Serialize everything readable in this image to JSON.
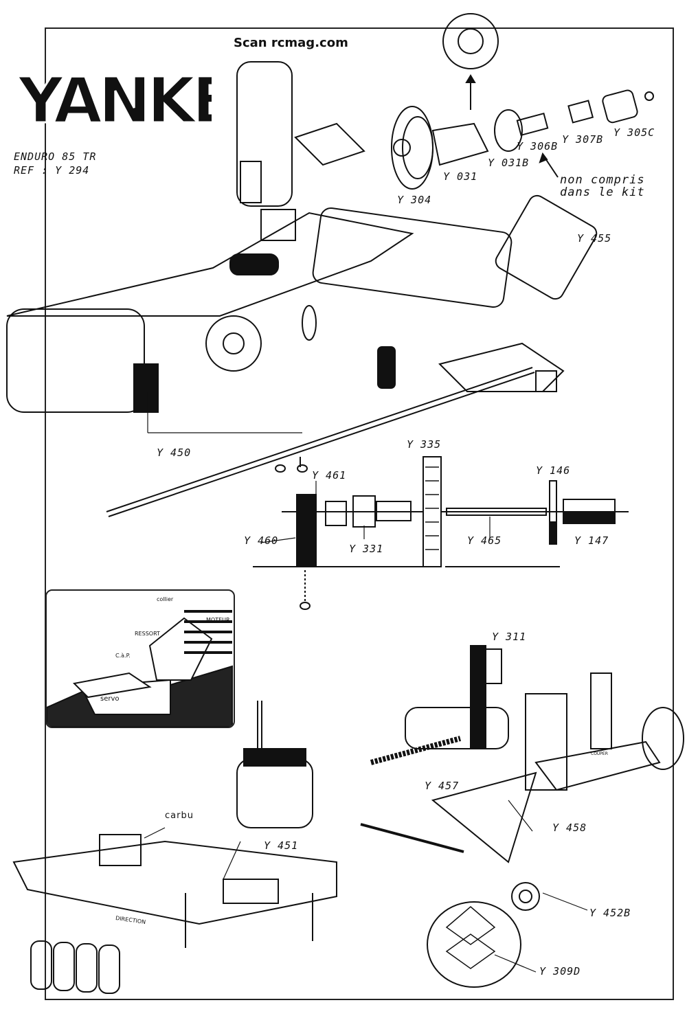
{
  "watermark": "Scan rcmag.com",
  "brand": {
    "logo_text": "YANKEE"
  },
  "model": {
    "name": "ENDURO 85 TR",
    "ref": "REF : Y 294"
  },
  "note": {
    "line1": "non compris",
    "line2": "dans le kit"
  },
  "parts_top": {
    "y304": "Y 304",
    "y031": "Y 031",
    "y031b": "Y 031B",
    "y306b": "Y 306B",
    "y307b": "Y 307B",
    "y305c": "Y 305C",
    "y455": "Y 455",
    "y450": "Y 450"
  },
  "parts_axle": {
    "y335": "Y 335",
    "y461": "Y 461",
    "y146": "Y 146",
    "y460": "Y 460",
    "y331": "Y 331",
    "y465": "Y 465",
    "y147": "Y 147"
  },
  "inset": {
    "collier": "collier",
    "moteur": "MOTEUR",
    "ressort": "RESSORT",
    "cap": "C.à.P.",
    "servo": "servo"
  },
  "parts_bottom": {
    "carbu": "carbu",
    "y451": "Y 451",
    "direction": "DIRECTION",
    "y311": "Y 311",
    "y457": "Y 457",
    "y458": "Y 458",
    "couper": "COUPER",
    "y452b": "Y 452B",
    "y309d": "Y 309D"
  }
}
